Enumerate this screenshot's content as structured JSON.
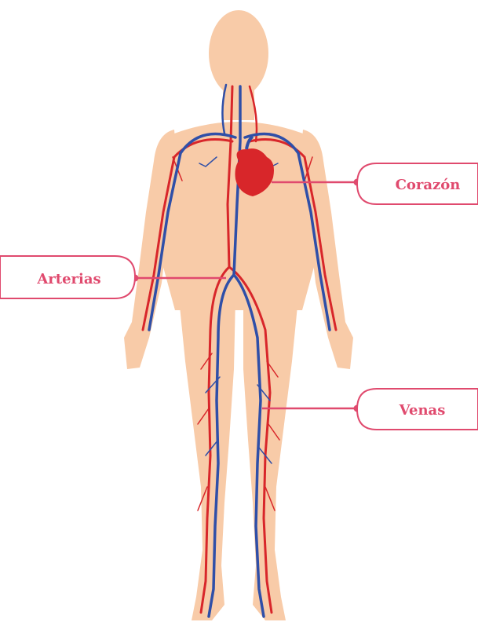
{
  "labels": {
    "heart": "Corazón",
    "arteries": "Arterias",
    "veins": "Venas"
  },
  "colors": {
    "skin": "#f8cba8",
    "artery": "#d8262a",
    "vein": "#2f4fa8",
    "heart": "#d8262a",
    "callout": "#e04a6e",
    "label_bg": "#ffffff"
  }
}
